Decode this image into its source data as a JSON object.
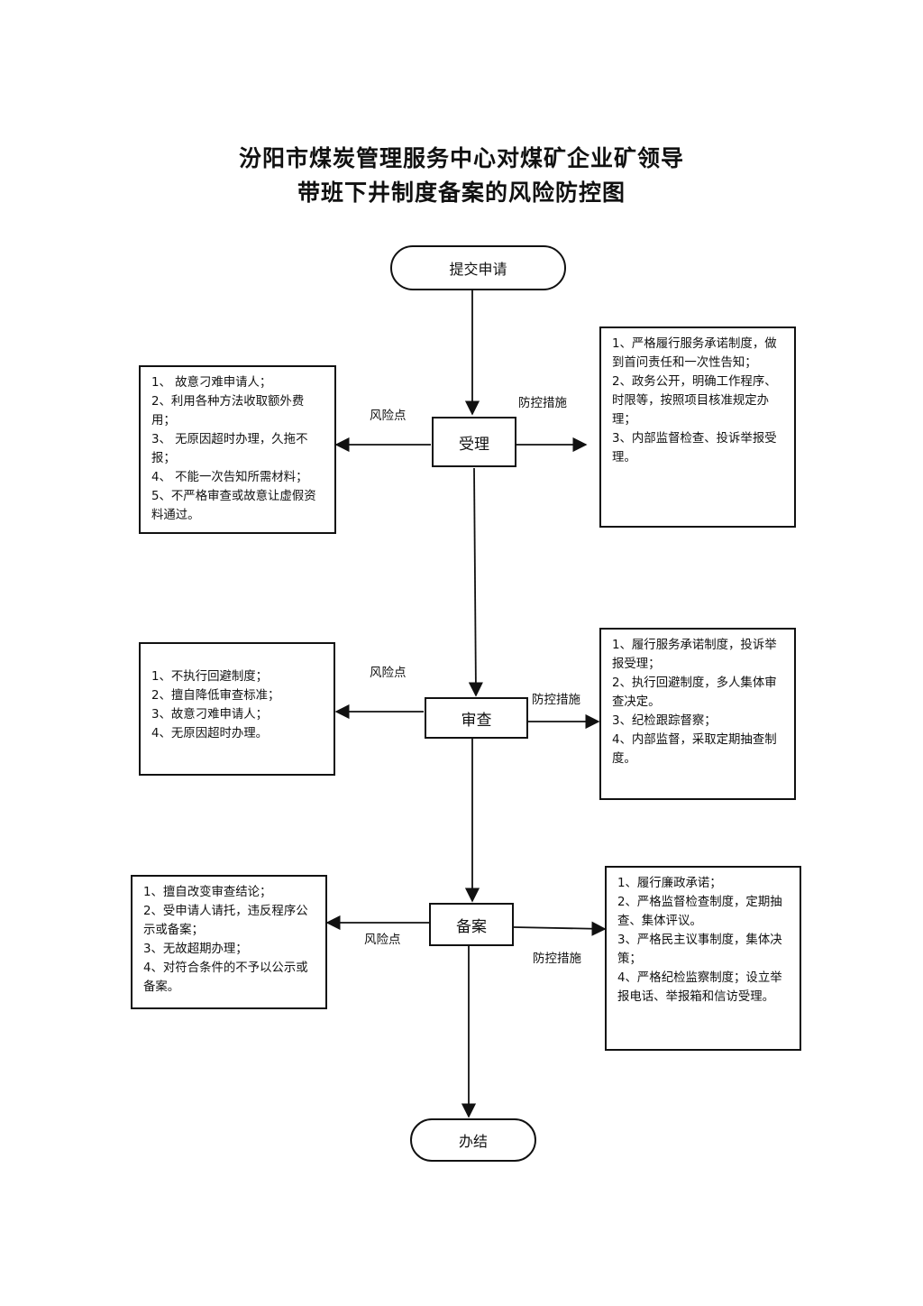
{
  "title": {
    "line1": "汾阳市煤炭管理服务中心对煤矿企业矿领导",
    "line2": "带班下井制度备案的风险防控图"
  },
  "flow": {
    "start": "提交申请",
    "end": "办结",
    "steps": [
      {
        "label": "受理",
        "risk_label": "风险点",
        "control_label": "防控措施",
        "risks": [
          "1、  故意刁难申请人；",
          "2、利用各种方法收取额外费用；",
          "3、  无原因超时办理，久拖不报；",
          "4、  不能一次告知所需材料；",
          "5、不严格审查或故意让虚假资料通过。"
        ],
        "controls": [
          "1、严格履行服务承诺制度，做到首问责任和一次性告知；",
          "2、政务公开，明确工作程序、时限等，按照项目核准规定办理；",
          "3、内部监督检查、投诉举报受理。"
        ]
      },
      {
        "label": "审查",
        "risk_label": "风险点",
        "control_label": "防控措施",
        "risks": [
          "1、不执行回避制度；",
          "2、擅自降低审查标准；",
          "3、故意刁难申请人；",
          "4、无原因超时办理。"
        ],
        "controls": [
          "1、履行服务承诺制度，投诉举报受理；",
          "2、执行回避制度，多人集体审查决定。",
          "3、纪检跟踪督察；",
          "4、内部监督，采取定期抽查制度。"
        ]
      },
      {
        "label": "备案",
        "risk_label": "风险点",
        "control_label": "防控措施",
        "risks": [
          "1、擅自改变审查结论；",
          "2、受申请人请托，违反程序公示或备案；",
          "3、无故超期办理；",
          "4、对符合条件的不予以公示或备案。"
        ],
        "controls": [
          "1、履行廉政承诺；",
          "2、严格监督检查制度，定期抽查、集体评议。",
          "3、严格民主议事制度，集体决策；",
          "4、严格纪检监察制度；设立举报电话、举报箱和信访受理。"
        ]
      }
    ]
  },
  "style": {
    "line_color": "#111111",
    "background": "#ffffff"
  }
}
